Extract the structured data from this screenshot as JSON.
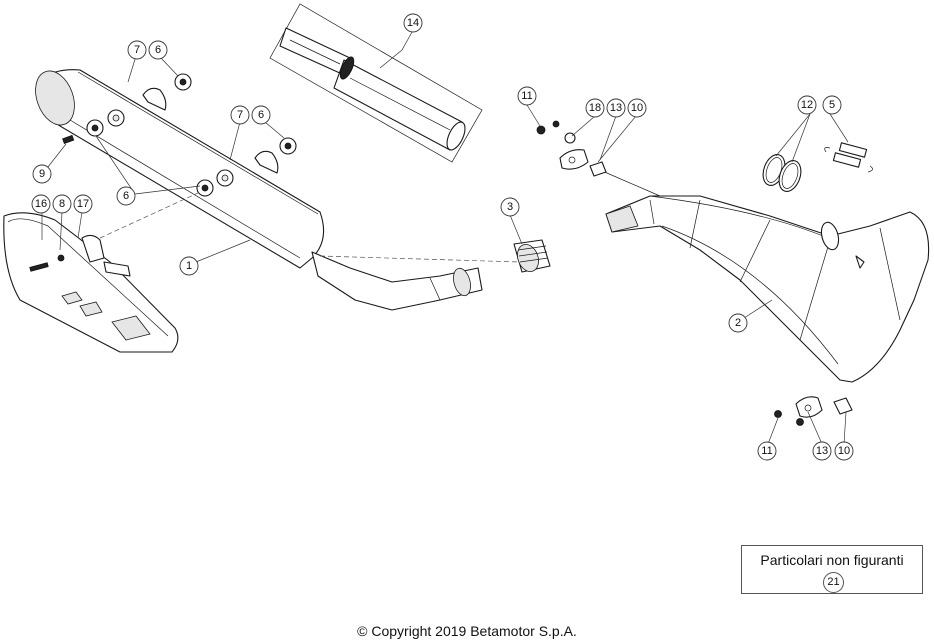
{
  "callouts": {
    "c1": "1",
    "c2": "2",
    "c3": "3",
    "c5": "5",
    "c6": "6",
    "c7": "7",
    "c8": "8",
    "c9": "9",
    "c10": "10",
    "c11": "11",
    "c12": "12",
    "c13": "13",
    "c14": "14",
    "c16": "16",
    "c17": "17",
    "c18": "18"
  },
  "legend": {
    "title": "Particolari non figuranti",
    "number": "21"
  },
  "footer": {
    "copyright": "© Copyright 2019 Betamotor S.p.A."
  }
}
